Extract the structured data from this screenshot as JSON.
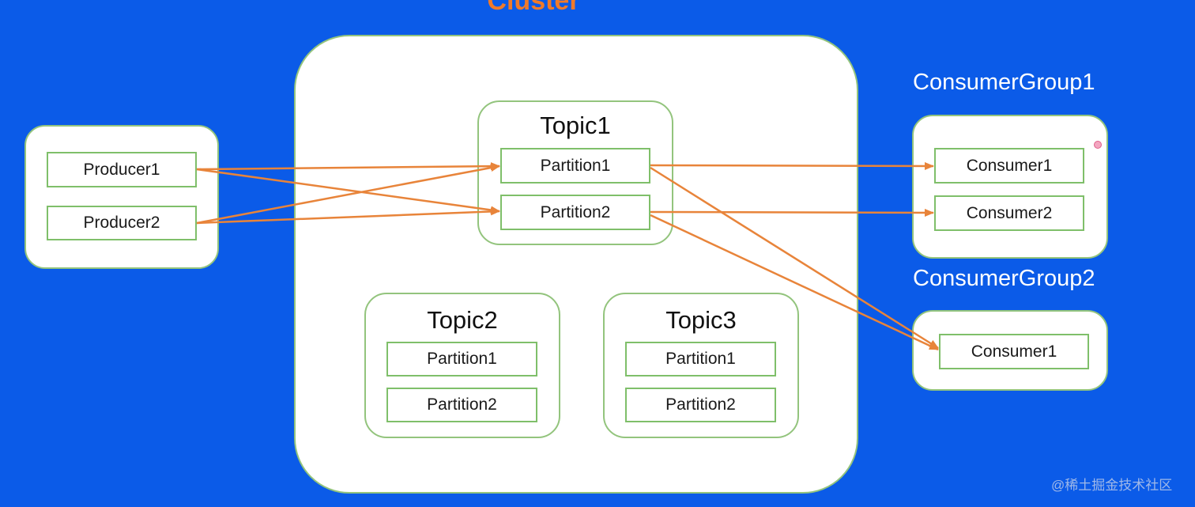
{
  "cluster": {
    "label": "Cluster"
  },
  "producers": [
    {
      "label": "Producer1"
    },
    {
      "label": "Producer2"
    }
  ],
  "topics": [
    {
      "title": "Topic1",
      "partitions": [
        "Partition1",
        "Partition2"
      ]
    },
    {
      "title": "Topic2",
      "partitions": [
        "Partition1",
        "Partition2"
      ]
    },
    {
      "title": "Topic3",
      "partitions": [
        "Partition1",
        "Partition2"
      ]
    }
  ],
  "consumer_groups": [
    {
      "title": "ConsumerGroup1",
      "consumers": [
        "Consumer1",
        "Consumer2"
      ]
    },
    {
      "title": "ConsumerGroup2",
      "consumers": [
        "Consumer1"
      ]
    }
  ],
  "connections": [
    {
      "from": "Producer1",
      "to": "Topic1.Partition1"
    },
    {
      "from": "Producer1",
      "to": "Topic1.Partition2"
    },
    {
      "from": "Producer2",
      "to": "Topic1.Partition1"
    },
    {
      "from": "Producer2",
      "to": "Topic1.Partition2"
    },
    {
      "from": "Topic1.Partition1",
      "to": "ConsumerGroup1.Consumer1"
    },
    {
      "from": "Topic1.Partition2",
      "to": "ConsumerGroup1.Consumer2"
    },
    {
      "from": "Topic1.Partition1",
      "to": "ConsumerGroup2.Consumer1"
    },
    {
      "from": "Topic1.Partition2",
      "to": "ConsumerGroup2.Consumer1"
    }
  ],
  "colors": {
    "background": "#0b5be8",
    "box_border": "#93c47d",
    "arrow": "#e8843a",
    "cluster_label": "#f07a2a"
  },
  "watermark": "@稀土掘金技术社区"
}
